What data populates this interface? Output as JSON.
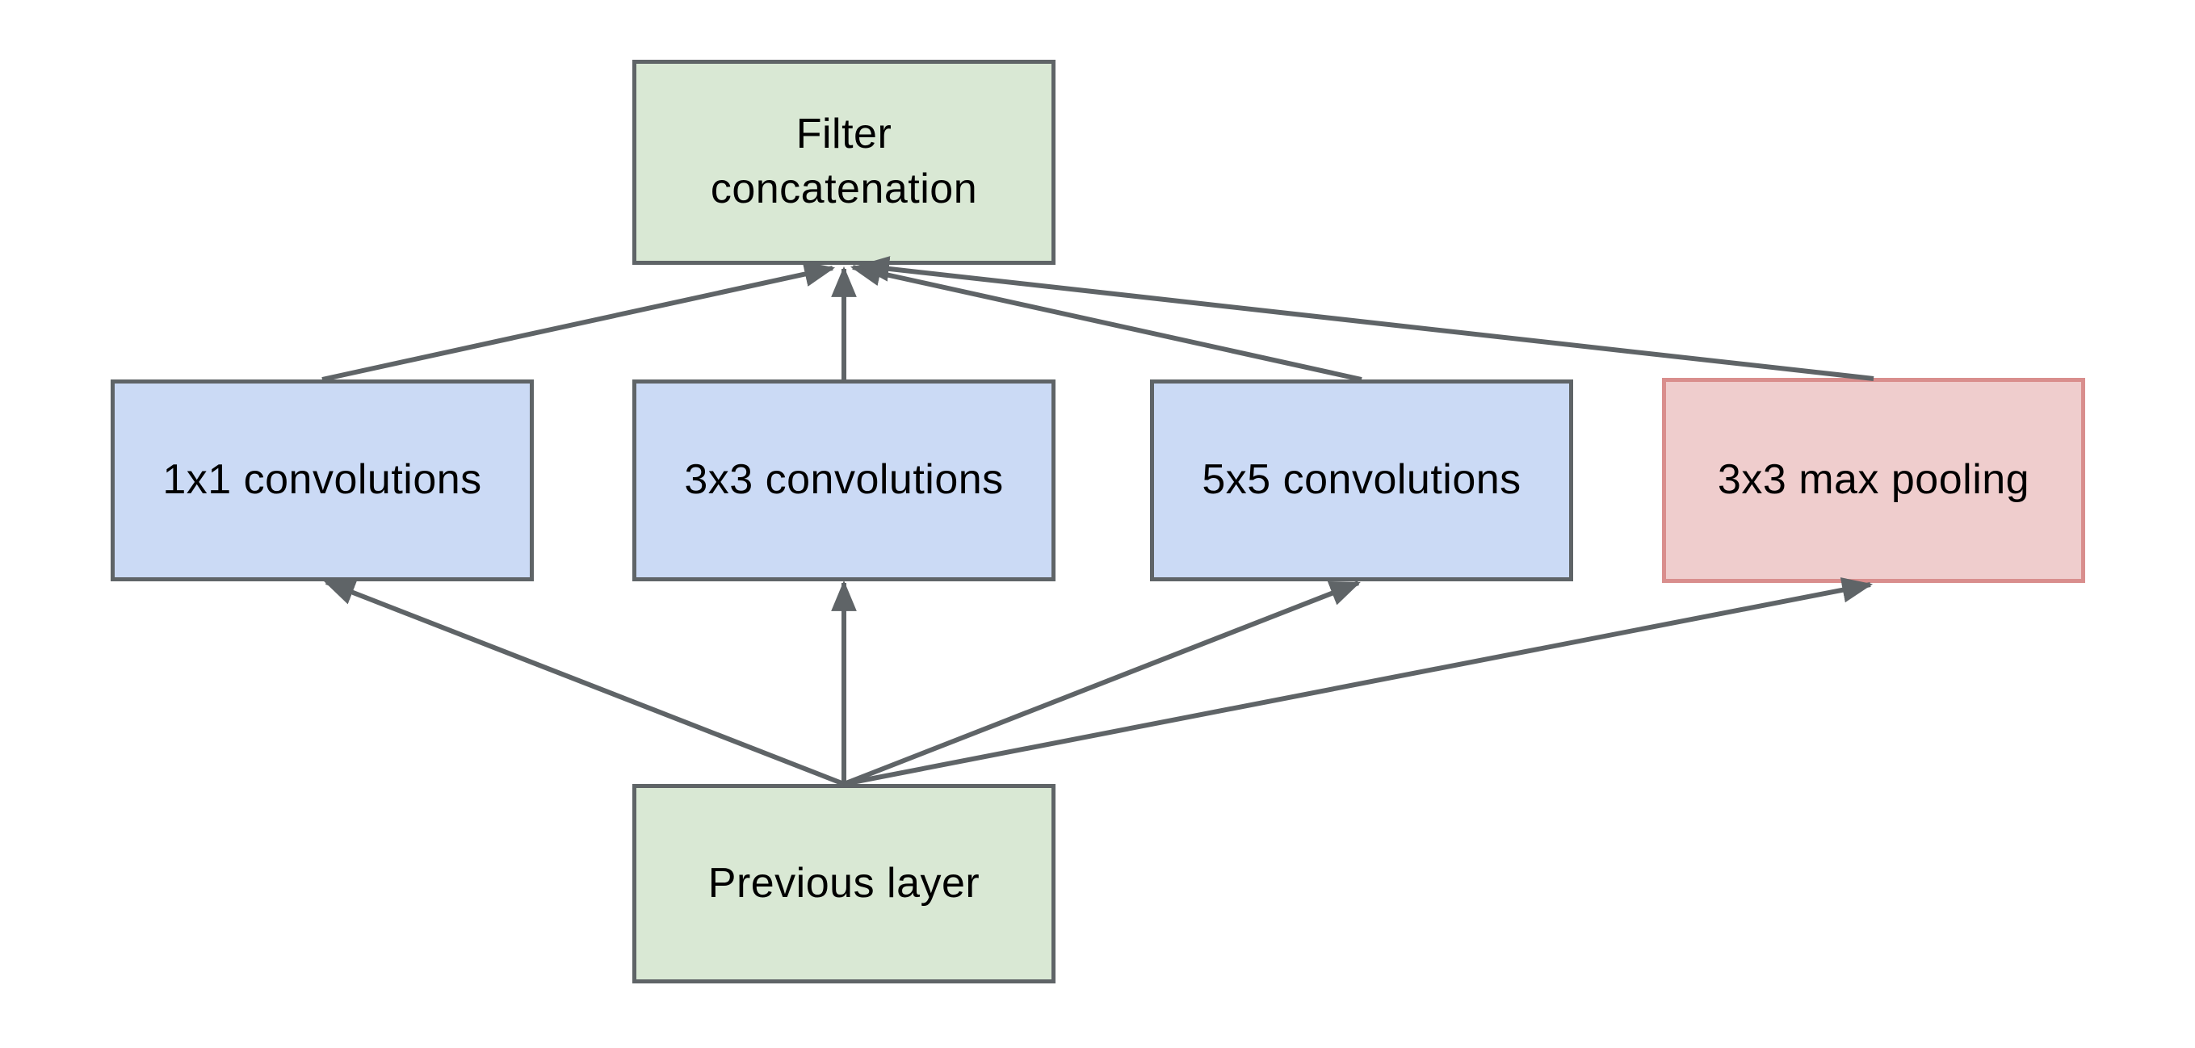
{
  "diagram": {
    "description": "Inception module diagram",
    "background": "#ffffff",
    "arrow_color": "#5f6467",
    "text_color": "#000000",
    "nodes": {
      "filter_concat": {
        "label": "Filter concatenation",
        "fill": "#d9e8d4",
        "border": "#5f6467"
      },
      "conv1": {
        "label": "1x1 convolutions",
        "fill": "#cbdaf5",
        "border": "#5f6467"
      },
      "conv3": {
        "label": "3x3 convolutions",
        "fill": "#cbdaf5",
        "border": "#5f6467"
      },
      "conv5": {
        "label": "5x5 convolutions",
        "fill": "#cbdaf5",
        "border": "#5f6467"
      },
      "pool": {
        "label": "3x3 max pooling",
        "fill": "#efcdcd",
        "border": "#d98e8d"
      },
      "prev": {
        "label": "Previous layer",
        "fill": "#d9e8d4",
        "border": "#5f6467"
      }
    },
    "edges": [
      {
        "from": "conv1",
        "to": "filter_concat"
      },
      {
        "from": "conv3",
        "to": "filter_concat"
      },
      {
        "from": "conv5",
        "to": "filter_concat"
      },
      {
        "from": "pool",
        "to": "filter_concat"
      },
      {
        "from": "prev",
        "to": "conv1"
      },
      {
        "from": "prev",
        "to": "conv3"
      },
      {
        "from": "prev",
        "to": "conv5"
      },
      {
        "from": "prev",
        "to": "pool"
      }
    ]
  }
}
